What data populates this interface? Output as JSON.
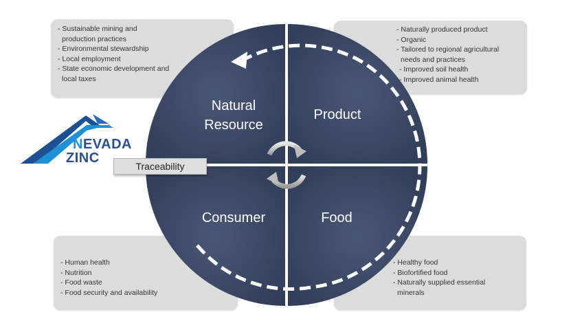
{
  "notes": {
    "top_left": [
      "Sustainable mining and",
      "production practices",
      "Environmental stewardship",
      "Local employment",
      "State economic development and",
      "local taxes"
    ],
    "top_right": [
      "Naturally produced product",
      "Organic",
      "Tailored to regional agricultural",
      "needs and practices",
      "Improved soil health",
      "Improved animal health"
    ],
    "bottom_left": [
      "Human health",
      "Nutrition",
      "Food waste",
      "Food security and availability"
    ],
    "bottom_right": [
      "Healthy food",
      "Biofortified food",
      "Naturally supplied essential",
      "minerals"
    ]
  },
  "quadrants": {
    "natural_resource": [
      "Natural",
      "Resource"
    ],
    "product": "Product",
    "consumer": "Consumer",
    "food": "Food"
  },
  "traceability_label": "Traceability",
  "logo": {
    "line1_initial": "N",
    "line1_rest": "EVADA",
    "line2": "ZINC"
  },
  "colors": {
    "quadrant_fill": "#3c4a66",
    "note_fill": "#dcdcdc",
    "logo_blue": "#2a4f92",
    "logo_light": "#1e90d6"
  }
}
